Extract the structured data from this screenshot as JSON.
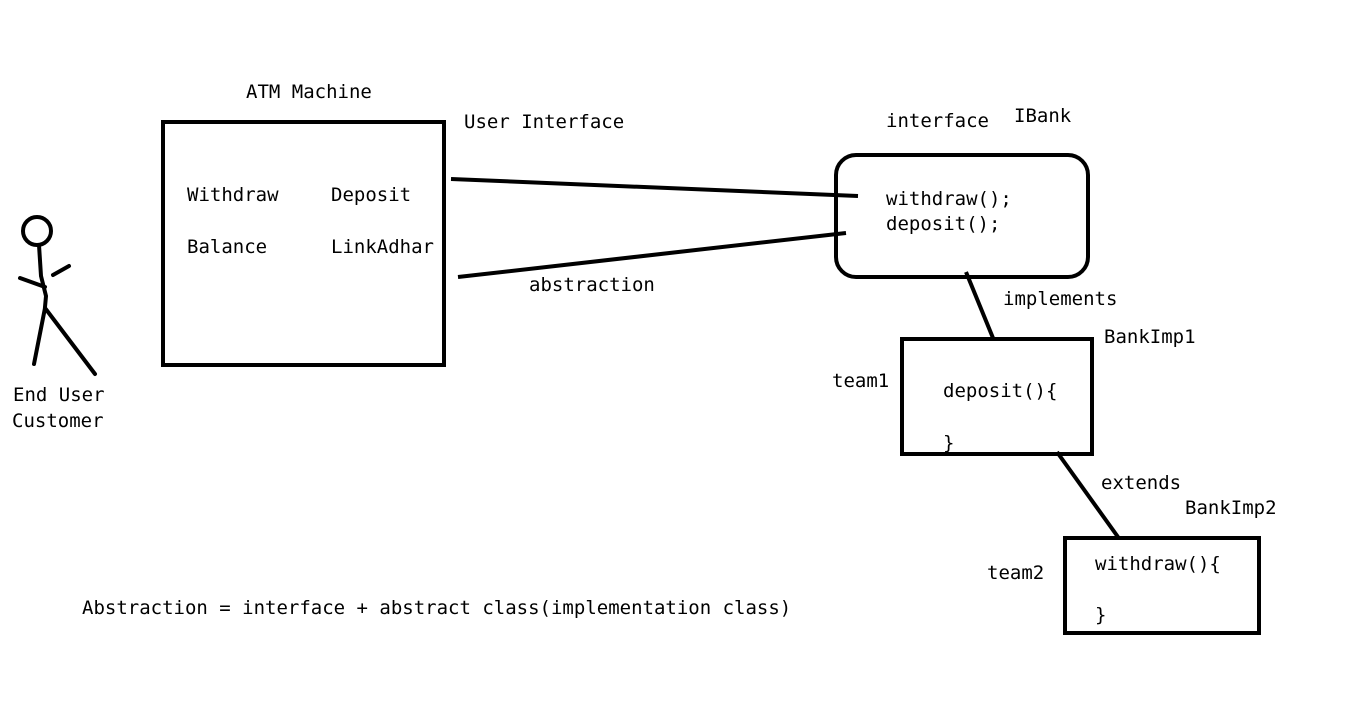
{
  "atm": {
    "title": "ATM Machine",
    "buttons": [
      "Withdraw",
      "Deposit",
      "Balance",
      "LinkAdhar"
    ]
  },
  "user": {
    "line1": "End User",
    "line2": "Customer"
  },
  "connectors": {
    "user_interface": "User Interface",
    "abstraction": "abstraction",
    "implements": "implements",
    "extends": "extends"
  },
  "ibank": {
    "keyword": "interface",
    "name": "IBank",
    "methods": [
      "withdraw();",
      "deposit();"
    ]
  },
  "bankimp1": {
    "name": "BankImp1",
    "team": "team1",
    "body_open": "deposit(){",
    "body_close": "}"
  },
  "bankimp2": {
    "name": "BankImp2",
    "team": "team2",
    "body_open": "withdraw(){",
    "body_close": "}"
  },
  "formula": "Abstraction = interface + abstract class(implementation class)",
  "colors": {
    "stroke": "#000000",
    "background": "#ffffff"
  }
}
